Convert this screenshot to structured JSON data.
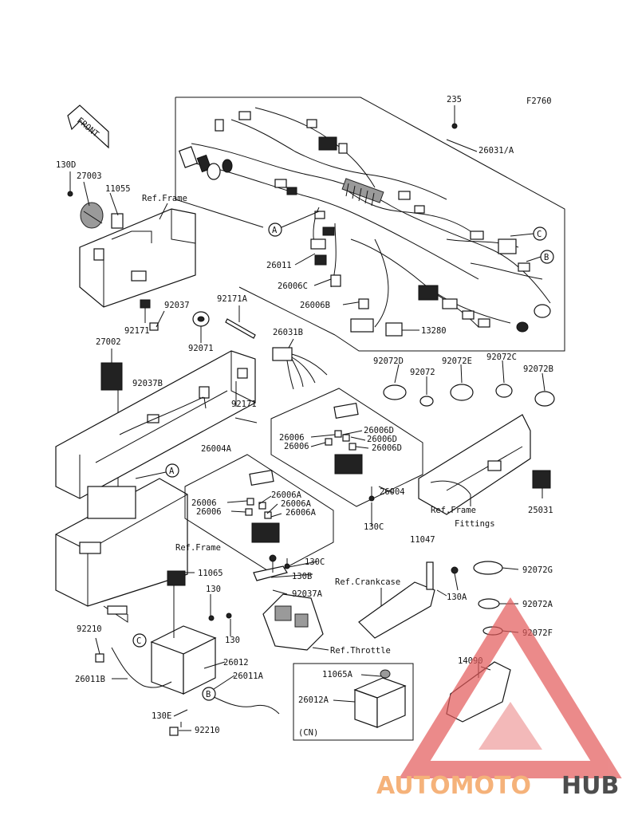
{
  "figure_code": "F2760",
  "front_label": "FRONT",
  "callout_labels": [
    "A",
    "B",
    "C"
  ],
  "parts": [
    "235",
    "26031/A",
    "130D",
    "27003",
    "11055",
    "26011",
    "26006C",
    "26006B",
    "13280",
    "92037",
    "92171A",
    "92171",
    "92071",
    "27002",
    "26031B",
    "92037B",
    "92171",
    "92072D",
    "92072",
    "92072E",
    "92072C",
    "92072B",
    "26006",
    "26006",
    "26006D",
    "26006D",
    "26006D",
    "26004A",
    "26004",
    "26006",
    "26006A",
    "26006",
    "26006A",
    "26006A",
    "130C",
    "130C",
    "11047",
    "25031",
    "11065",
    "130B",
    "92037A",
    "130A",
    "92072G",
    "92072A",
    "92072F",
    "130",
    "130",
    "92210",
    "26012",
    "26011A",
    "26011B",
    "14090",
    "11065A",
    "26012A",
    "130E",
    "92210"
  ],
  "references": {
    "frame_top": "Ref.Frame",
    "frame_fittings_1": "Ref.Frame",
    "frame_fittings_2": "Fittings",
    "frame_mid": "Ref.Frame",
    "crankcase": "Ref.Crankcase",
    "throttle": "Ref.Throttle"
  },
  "inset_label": "(CN)",
  "watermark": {
    "part1": "AUTOMOTO",
    "part2": "HUB",
    "color1": "#f5b27a",
    "color2": "#4d4d4d",
    "triangle_color": "#e35a5a"
  }
}
